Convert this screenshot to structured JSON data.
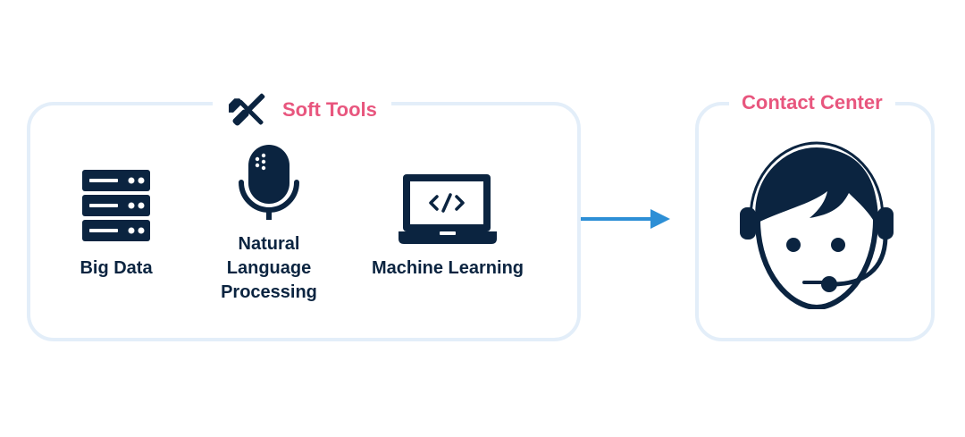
{
  "soft_tools": {
    "title": "Soft Tools",
    "title_icon": "tools-icon",
    "items": [
      {
        "label": "Big Data",
        "icon": "server-rack-icon"
      },
      {
        "label": "Natural\nLanguage\nProcessing",
        "icon": "microphone-icon"
      },
      {
        "label": "Machine Learning",
        "icon": "laptop-code-icon"
      }
    ]
  },
  "contact_center": {
    "title": "Contact Center",
    "icon": "headset-agent-icon"
  },
  "colors": {
    "title_pink": "#e8567e",
    "navy": "#0b2440",
    "panel_border": "#e3eef9",
    "arrow_blue": "#2d8fd6"
  }
}
